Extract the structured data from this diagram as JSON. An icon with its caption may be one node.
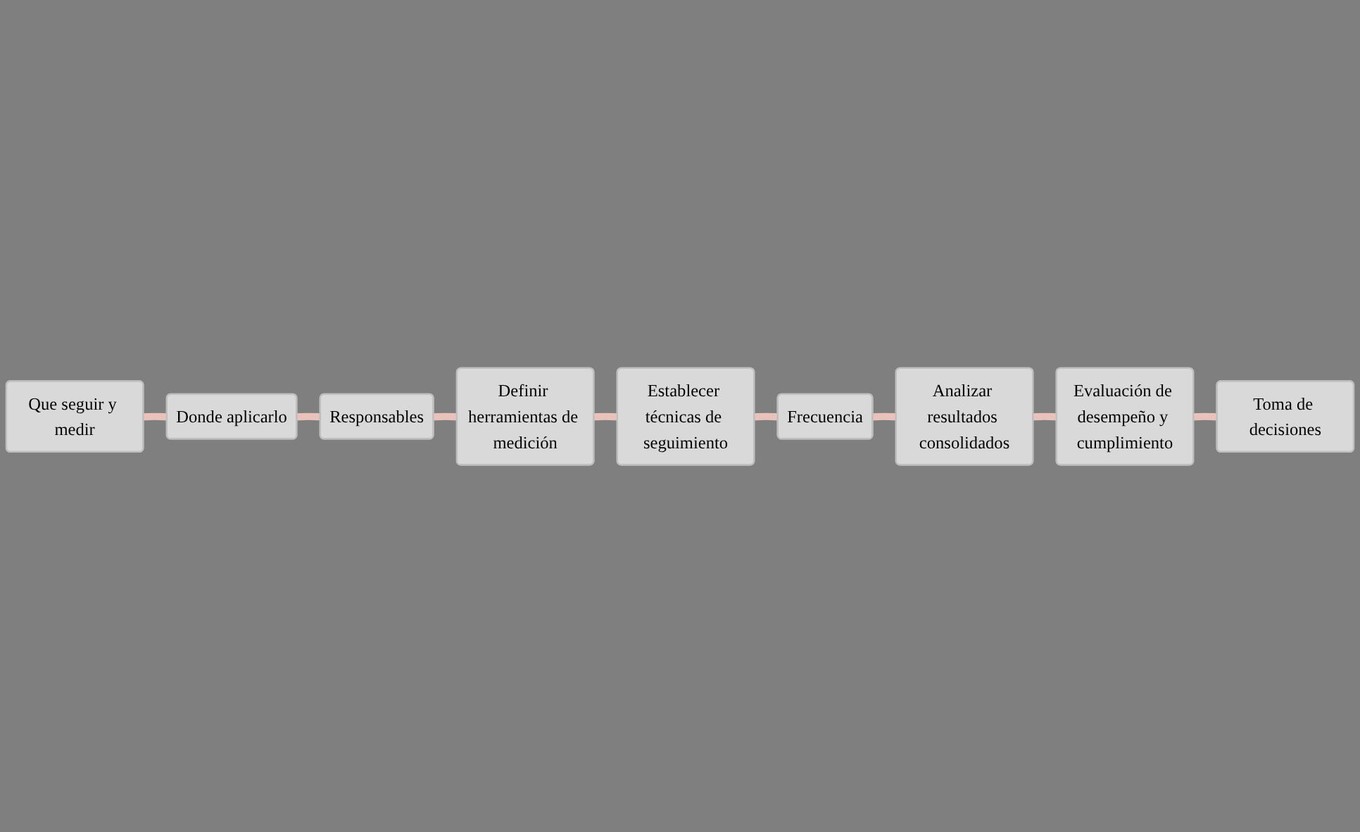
{
  "diagram": {
    "nodes": [
      {
        "text": [
          "Que seguir y medir"
        ]
      },
      {
        "text": [
          "Donde aplicarlo"
        ]
      },
      {
        "text": [
          "Responsables"
        ]
      },
      {
        "text": [
          "Definir herramientas de medición"
        ]
      },
      {
        "text": [
          "Establecer técnicas de seguimiento"
        ]
      },
      {
        "text": [
          "Frecuencia"
        ]
      },
      {
        "text": [
          "Analizar resultados consolidados"
        ]
      },
      {
        "text": [
          "Evaluación de desempeño y cumplimiento"
        ]
      },
      {
        "text": [
          "Toma de decisiones"
        ]
      }
    ],
    "edges": [
      {
        "from": 0,
        "to": 1,
        "arrow": "none"
      },
      {
        "from": 1,
        "to": 2,
        "arrow": "none"
      },
      {
        "from": 2,
        "to": 3,
        "arrow": "none"
      },
      {
        "from": 3,
        "to": 4,
        "arrow": "none"
      },
      {
        "from": 4,
        "to": 5,
        "arrow": "none"
      },
      {
        "from": 5,
        "to": 6,
        "arrow": "none"
      },
      {
        "from": 6,
        "to": 7,
        "arrow": "none"
      },
      {
        "from": 7,
        "to": 8,
        "arrow": "none"
      }
    ]
  }
}
